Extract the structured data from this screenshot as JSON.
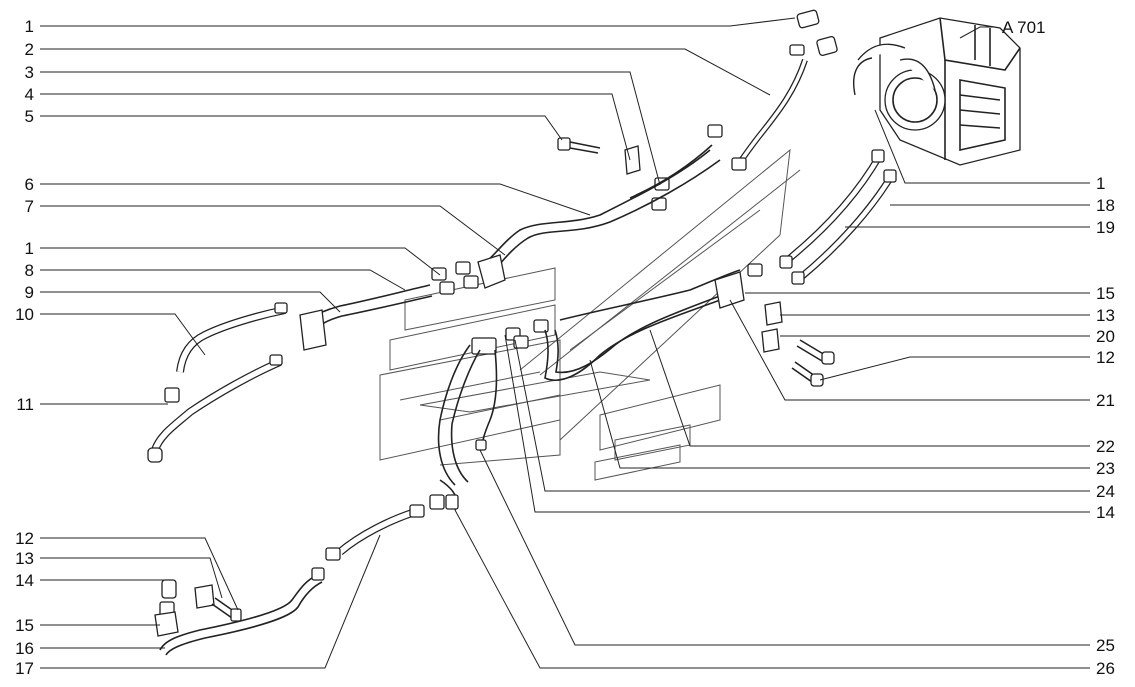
{
  "title": "A 701",
  "left_labels": [
    "1",
    "2",
    "3",
    "4",
    "5",
    "6",
    "7",
    "1",
    "8",
    "9",
    "10",
    "11",
    "12",
    "13",
    "14",
    "15",
    "16",
    "17"
  ],
  "right_labels": [
    "1",
    "18",
    "19",
    "15",
    "13",
    "20",
    "12",
    "21",
    "22",
    "23",
    "24",
    "14",
    "25",
    "26"
  ]
}
